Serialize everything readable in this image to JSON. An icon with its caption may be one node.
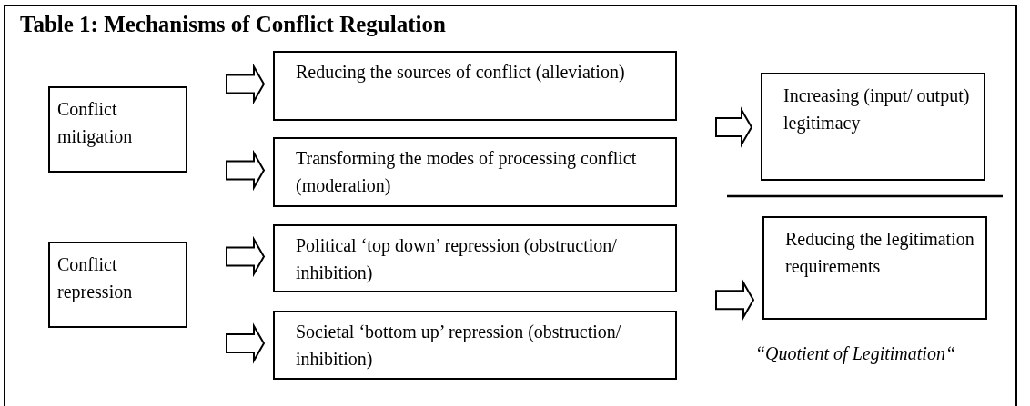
{
  "diagram": {
    "title": "Table 1: Mechanisms of Conflict Regulation",
    "nodes": [
      {
        "text": [
          "Conflict mitigation"
        ]
      },
      {
        "text": [
          "Reducing the sources of conflict (alleviation)"
        ]
      },
      {
        "text": [
          "Transforming the modes of processing conflict (moderation)"
        ]
      },
      {
        "text": [
          "Increasing (input/ output) legitimacy"
        ]
      },
      {
        "text": [
          "Conflict repression"
        ]
      },
      {
        "text": [
          "Political ‘top down’ repression (obstruction/ inhibition)"
        ]
      },
      {
        "text": [
          "Societal ‘bottom up’ repression (obstruction/ inhibition)"
        ]
      },
      {
        "text": [
          "Reducing the legitimation requirements"
        ]
      }
    ],
    "edges": [
      {
        "from": 0,
        "to": 1,
        "arrow": "to"
      },
      {
        "from": 0,
        "to": 2,
        "arrow": "to"
      },
      {
        "from": 4,
        "to": 5,
        "arrow": "to"
      },
      {
        "from": 4,
        "to": 6,
        "arrow": "to"
      },
      {
        "from": 1,
        "to": 3,
        "arrow": "to"
      },
      {
        "from": 2,
        "to": 3,
        "arrow": "to"
      },
      {
        "from": 5,
        "to": 7,
        "arrow": "to"
      },
      {
        "from": 6,
        "to": 7,
        "arrow": "to"
      }
    ],
    "labels": [
      "“Quotient of Legitimation“"
    ]
  }
}
